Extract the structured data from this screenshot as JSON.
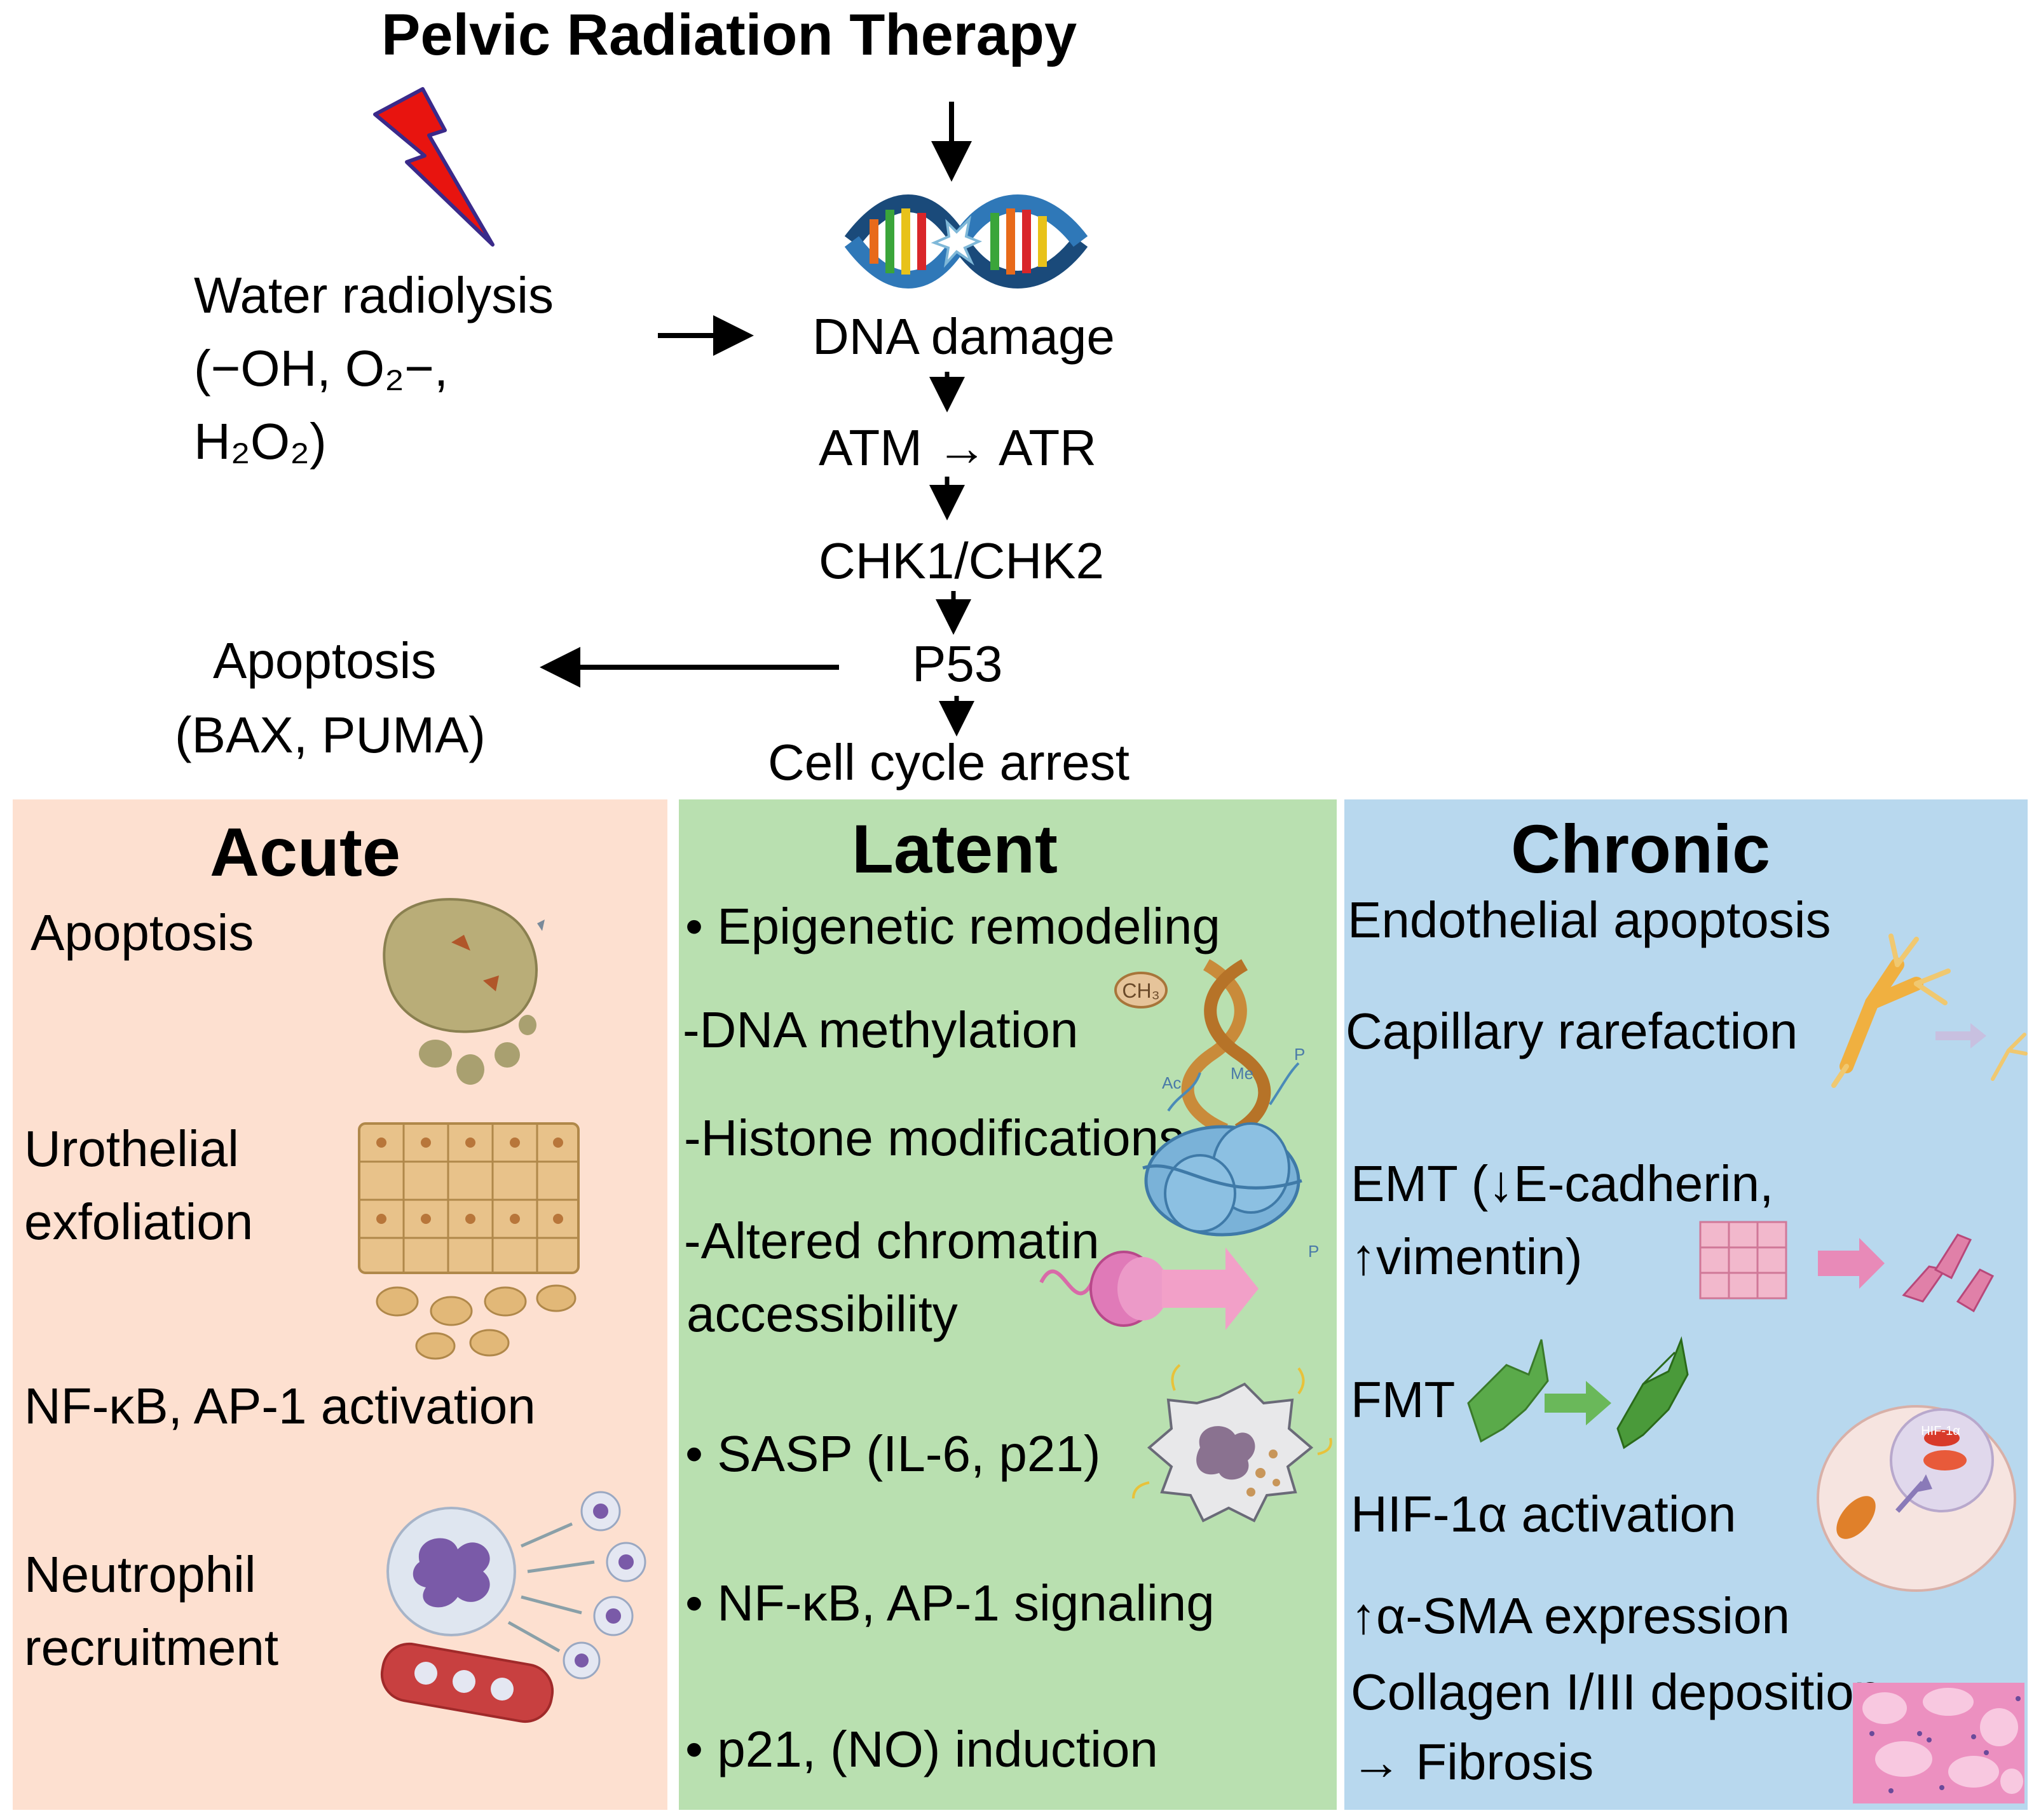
{
  "title": "Pelvic Radiation Therapy",
  "flow": {
    "water_radiolysis": [
      "Water radiolysis",
      "(−OH, O₂−,",
      "H₂O₂)"
    ],
    "dna_damage": "DNA damage",
    "atm_atr": "ATM → ATR",
    "chk": "CHK1/CHK2",
    "p53": "P53",
    "apoptosis": [
      "Apoptosis",
      "(BAX, PUMA)"
    ],
    "cell_cycle_arrest": "Cell cycle arrest"
  },
  "panels": {
    "acute": {
      "title": "Acute",
      "color": "#fde0d0",
      "items": {
        "apoptosis": "Apoptosis",
        "urothelial": [
          "Urothelial",
          "exfoliation"
        ],
        "nfkb": "NF-κB, AP-1 activation",
        "neutrophil": [
          "Neutrophil",
          "recruitment"
        ]
      }
    },
    "latent": {
      "title": "Latent",
      "color": "#b9e0b0",
      "items": {
        "epigenetic": "• Epigenetic remodeling",
        "dna_methylation": "-DNA methylation",
        "histone": "-Histone modifications",
        "chromatin": [
          "-Altered chromatin",
          "accessibility"
        ],
        "sasp": "• SASP (IL-6, p21)",
        "nfkb": "• NF-κB, AP-1 signaling",
        "p21": "• p21, (NO) induction"
      },
      "icon_labels": {
        "ch3": "CH₃",
        "ac": "Ac",
        "me": "Me",
        "p": "P"
      }
    },
    "chronic": {
      "title": "Chronic",
      "color": "#b8d8ee",
      "items": {
        "endothelial": "Endothelial apoptosis",
        "capillary": "Capillary rarefaction",
        "emt": [
          "EMT (↓E-cadherin,",
          "↑vimentin)"
        ],
        "fmt": "FMT",
        "hif": "HIF-1α activation",
        "sma": "↑α-SMA expression",
        "collagen": [
          "Collagen I/III deposition",
          "→ Fibrosis"
        ]
      },
      "icon_labels": {
        "hif": "HIF-1α"
      }
    }
  },
  "icons": {
    "lightning": "lightning-bolt-icon",
    "dna": "dna-helix-icon"
  }
}
